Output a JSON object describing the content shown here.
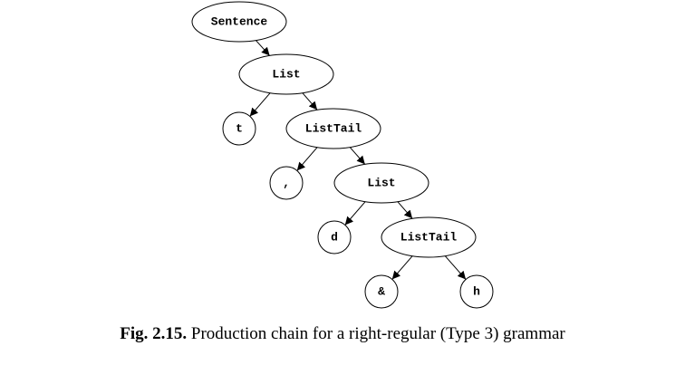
{
  "colors": {
    "stroke": "#000000",
    "node_fill": "#ffffff",
    "text": "#000000"
  },
  "diagram": {
    "nodes": [
      {
        "id": "sentence",
        "label": "Sentence"
      },
      {
        "id": "list1",
        "label": "List"
      },
      {
        "id": "t",
        "label": "t"
      },
      {
        "id": "listtail1",
        "label": "ListTail"
      },
      {
        "id": "comma",
        "label": ","
      },
      {
        "id": "list2",
        "label": "List"
      },
      {
        "id": "d",
        "label": "d"
      },
      {
        "id": "listtail2",
        "label": "ListTail"
      },
      {
        "id": "amp",
        "label": "&"
      },
      {
        "id": "h",
        "label": "h"
      }
    ],
    "edges": [
      {
        "from": "sentence",
        "to": "list1"
      },
      {
        "from": "list1",
        "to": "t"
      },
      {
        "from": "list1",
        "to": "listtail1"
      },
      {
        "from": "listtail1",
        "to": "comma"
      },
      {
        "from": "listtail1",
        "to": "list2"
      },
      {
        "from": "list2",
        "to": "d"
      },
      {
        "from": "list2",
        "to": "listtail2"
      },
      {
        "from": "listtail2",
        "to": "amp"
      },
      {
        "from": "listtail2",
        "to": "h"
      }
    ]
  },
  "caption": {
    "label": "Fig. 2.15.",
    "text": "Production chain for a right-regular (Type 3) grammar"
  }
}
